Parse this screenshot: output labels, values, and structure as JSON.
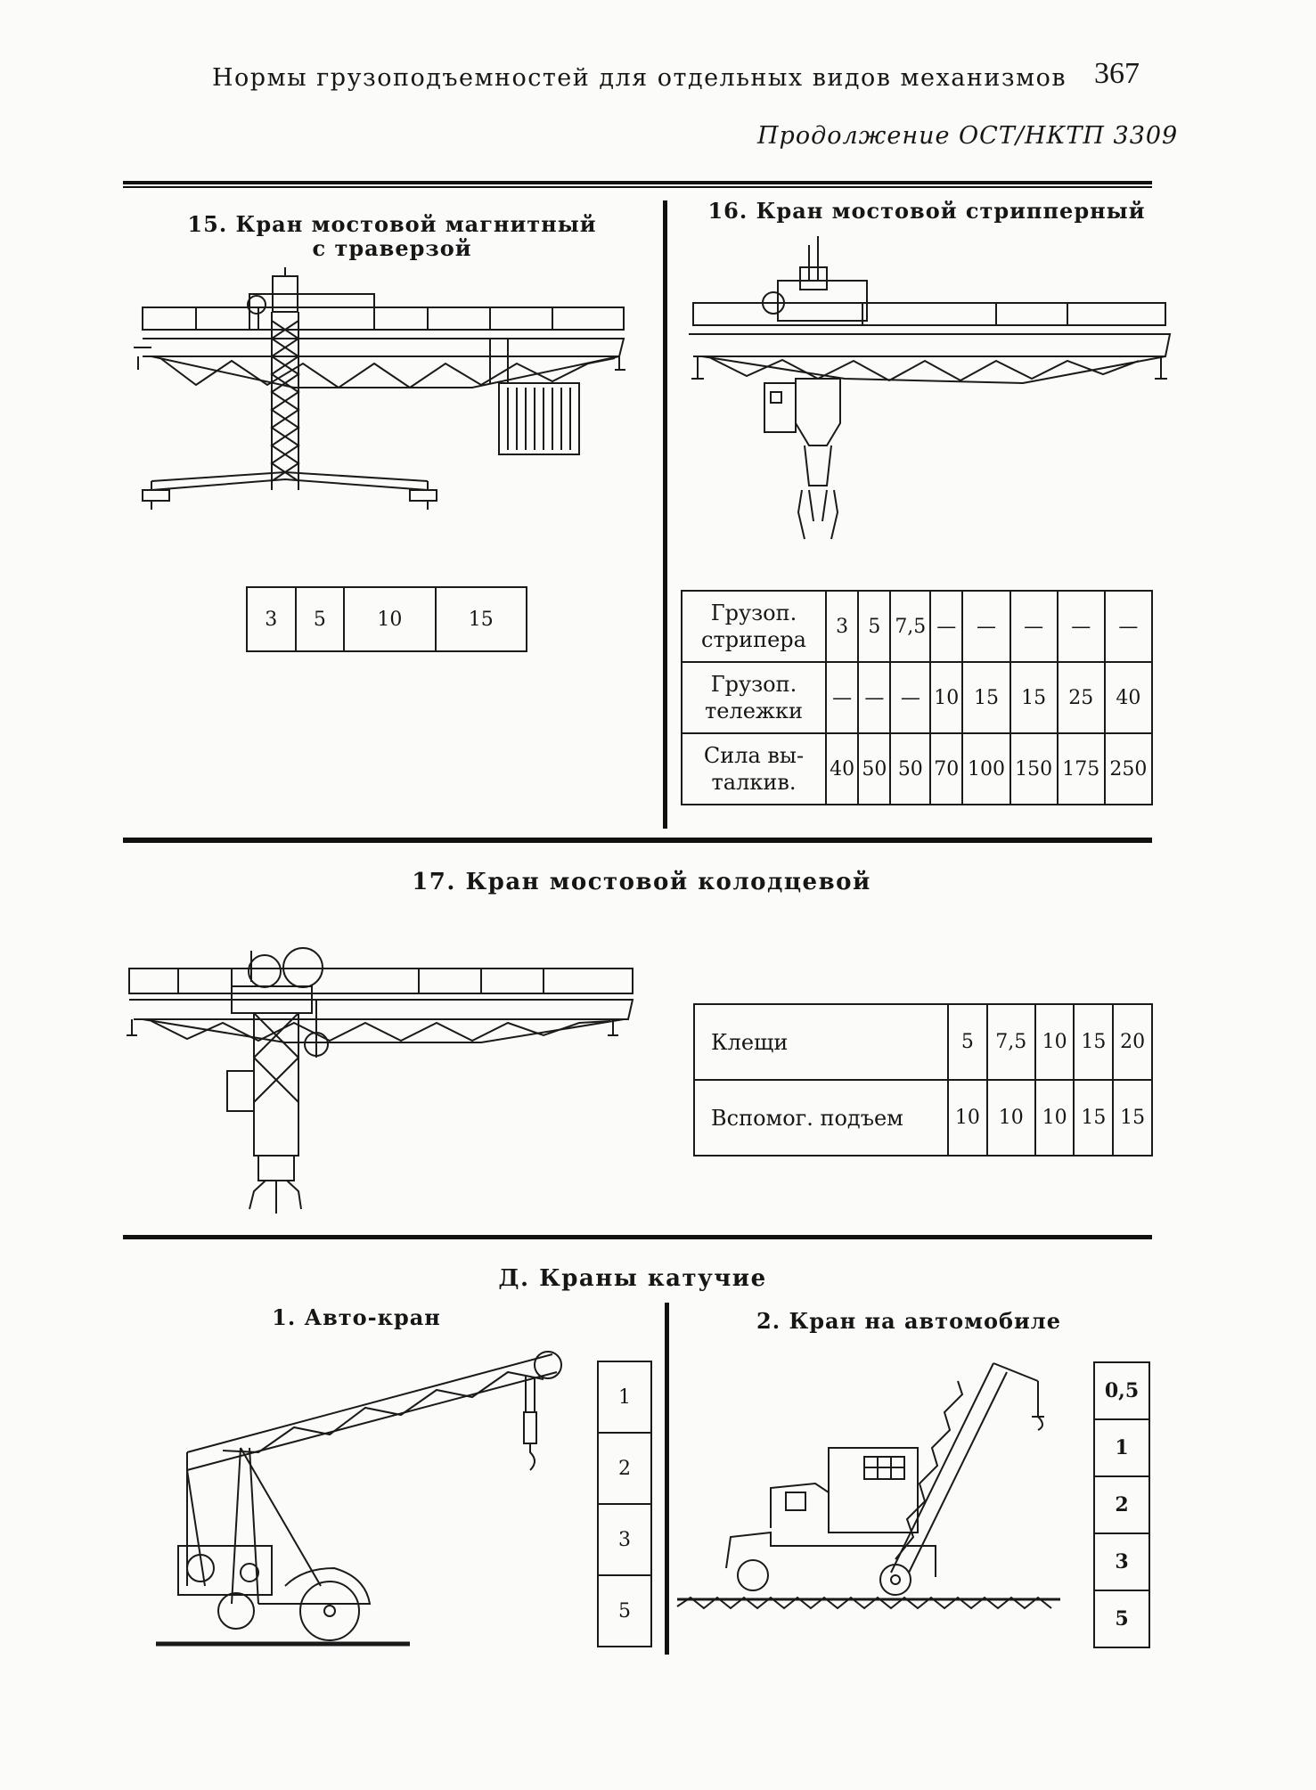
{
  "header": {
    "title": "Нормы грузоподъемностей для отдельных видов механизмов",
    "page_number": "367",
    "continuation": "Продолжение ОСТ/НКТП 3309"
  },
  "crane15": {
    "title_line1": "15. Кран мостовой магнитный",
    "title_line2": "с траверзой",
    "capacities": [
      "3",
      "5",
      "10",
      "15"
    ]
  },
  "crane16": {
    "title": "16. Кран мостовой стрипперный",
    "rows": [
      {
        "label_line1": "Грузоп.",
        "label_line2": "стрипера",
        "values": [
          "3",
          "5",
          "7,5",
          "—",
          "—",
          "—",
          "—",
          "—"
        ]
      },
      {
        "label_line1": "Грузоп.",
        "label_line2": "тележки",
        "values": [
          "—",
          "—",
          "—",
          "10",
          "15",
          "15",
          "25",
          "40"
        ]
      },
      {
        "label_line1": "Сила вы-",
        "label_line2": "талкив.",
        "values": [
          "40",
          "50",
          "50",
          "70",
          "100",
          "150",
          "175",
          "250"
        ]
      }
    ]
  },
  "crane17": {
    "title": "17. Кран мостовой колодцевой",
    "rows": [
      {
        "label": "Клещи",
        "values": [
          "5",
          "7,5",
          "10",
          "15",
          "20"
        ]
      },
      {
        "label": "Вспомог. подъем",
        "values": [
          "10",
          "10",
          "10",
          "15",
          "15"
        ]
      }
    ]
  },
  "section_d": {
    "title": "Д. Краны катучие",
    "crane1": {
      "title": "1. Авто-кран",
      "capacities": [
        "1",
        "2",
        "3",
        "5"
      ]
    },
    "crane2": {
      "title": "2. Кран на автомобиле",
      "capacities": [
        "0,5",
        "1",
        "2",
        "3",
        "5"
      ]
    }
  }
}
